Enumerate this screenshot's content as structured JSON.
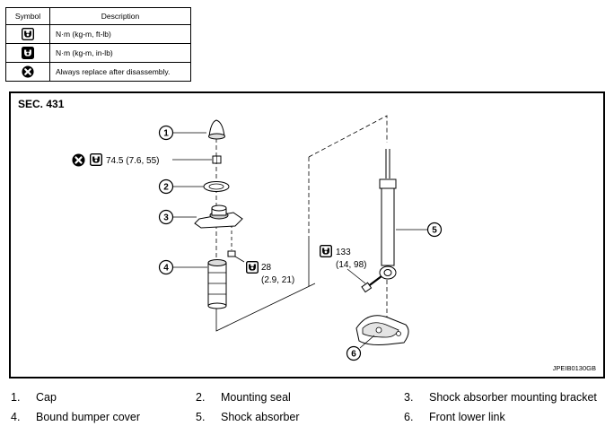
{
  "legend": {
    "header_symbol": "Symbol",
    "header_description": "Description",
    "rows": [
      {
        "icon": "torque-wrench-icon",
        "description": "N·m (kg-m, ft-lb)"
      },
      {
        "icon": "torque-wrench-filled-icon",
        "description": "N·m (kg-m, in-lb)"
      },
      {
        "icon": "always-replace-icon",
        "description": "Always replace after disassembly."
      }
    ]
  },
  "diagram": {
    "section": "SEC. 431",
    "image_code": "JPEIB0130GB",
    "callouts": [
      "1",
      "2",
      "3",
      "4",
      "5",
      "6"
    ],
    "torque_nut": "74.5 (7.6, 55)",
    "torque_bracket_nut_value": "28",
    "torque_bracket_nut_units": "(2.9, 21)",
    "torque_lower_bolt_value": "133",
    "torque_lower_bolt_units": "(14, 98)"
  },
  "parts": [
    {
      "number": "1.",
      "name": "Cap"
    },
    {
      "number": "2.",
      "name": "Mounting seal"
    },
    {
      "number": "3.",
      "name": "Shock absorber mounting bracket"
    },
    {
      "number": "4.",
      "name": "Bound bumper cover"
    },
    {
      "number": "5.",
      "name": "Shock absorber"
    },
    {
      "number": "6.",
      "name": "Front lower link"
    }
  ]
}
